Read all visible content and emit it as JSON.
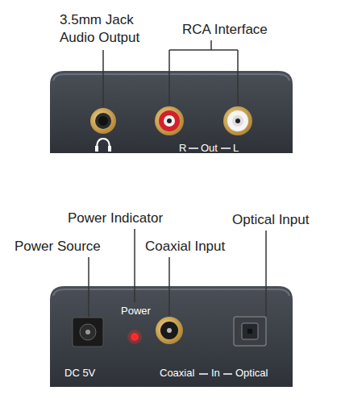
{
  "diagram": {
    "labels": [
      "3.5mm Jack Audio Output",
      "RCA Interface",
      "R",
      "Out",
      "L",
      "Power Indicator",
      "Power Source",
      "Coaxial Input",
      "Optical Input",
      "Power",
      "DC 5V",
      "Coaxial",
      "In",
      "Optical"
    ]
  }
}
